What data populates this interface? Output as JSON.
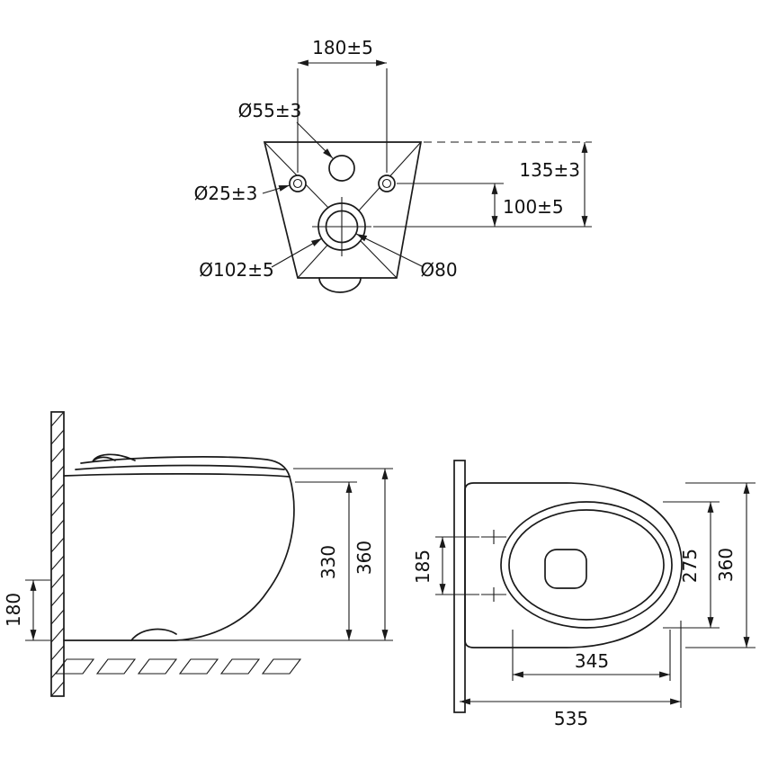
{
  "rear_view": {
    "hole_spacing": "180±5",
    "water_inlet_dia": "Ø55±3",
    "fixing_hole_dia": "Ø25±3",
    "outlet_outer_dia": "Ø102±5",
    "outlet_inner_dia": "Ø80",
    "top_to_outlet": "135±3",
    "holes_to_outlet": "100±5"
  },
  "side_view": {
    "outlet_height": "180",
    "bowl_height": "330",
    "overall_height": "360"
  },
  "top_view": {
    "seat_fixing_spacing": "185",
    "bowl_width": "275",
    "overall_width": "360",
    "bowl_length": "345",
    "overall_depth": "535"
  }
}
